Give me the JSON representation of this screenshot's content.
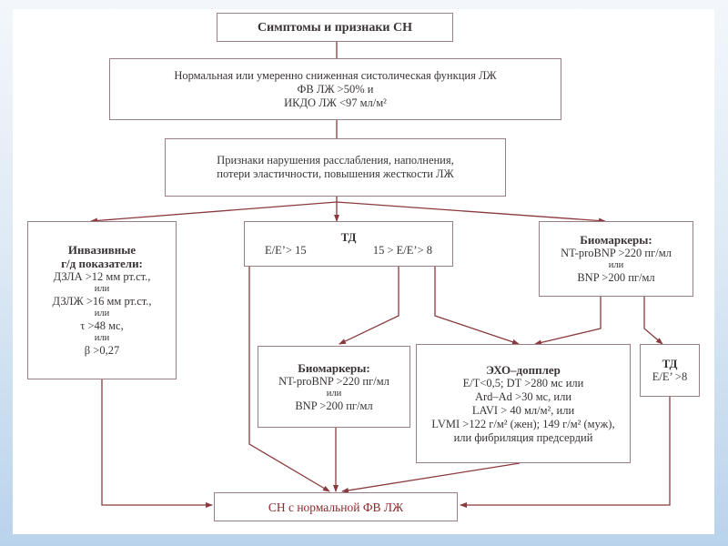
{
  "diagram": {
    "title": "Симптомы и признаки СН",
    "systolic": {
      "lines": [
        "Нормальная или умеренно сниженная систолическая функция ЛЖ",
        "ФВ ЛЖ >50%  и",
        "ИКДО ЛЖ <97 мл/м²"
      ]
    },
    "relaxation": {
      "lines": [
        "Признаки нарушения расслабления, наполнения,",
        "потери эластичности, повышения жесткости ЛЖ"
      ]
    },
    "invasive": {
      "header": [
        "Инвазивные",
        "г/д показатели:"
      ],
      "lines": [
        "ДЗЛА >12 мм рт.ст.,",
        "или",
        "ДЗЛЖ >16 мм рт.ст.,",
        "или",
        "τ >48 мс,",
        "или",
        "β >0,27"
      ]
    },
    "td_main": {
      "header": "ТД",
      "left": "E/E’> 15",
      "right": "15 > E/E’> 8"
    },
    "biomarkers_right": {
      "header": "Биомаркеры:",
      "lines": [
        "NT-proBNP >220 пг/мл",
        "или",
        "BNP >200 пг/мл"
      ]
    },
    "biomarkers_mid": {
      "header": "Биомаркеры:",
      "lines": [
        "NT-proBNP >220 пг/мл",
        "или",
        "BNP >200 пг/мл"
      ]
    },
    "echo": {
      "header": "ЭХО–допплер",
      "lines": [
        "E/T<0,5; DT >280 мс  или",
        "Ard–Ad >30 мс,  или",
        "LAVI > 40 мл/м²,  или",
        "LVMI >122 г/м² (жен); 149 г/м² (муж),",
        "или фибриляция предсердий"
      ]
    },
    "td_small": {
      "header": "ТД",
      "line": "E/E’ >8"
    },
    "result": "СН с нормальной ФВ ЛЖ",
    "colors": {
      "border": "#9a7e86",
      "arrow": "#8a3a3e",
      "result_text": "#8a2a2c",
      "frame": "#b9d3ec"
    }
  }
}
